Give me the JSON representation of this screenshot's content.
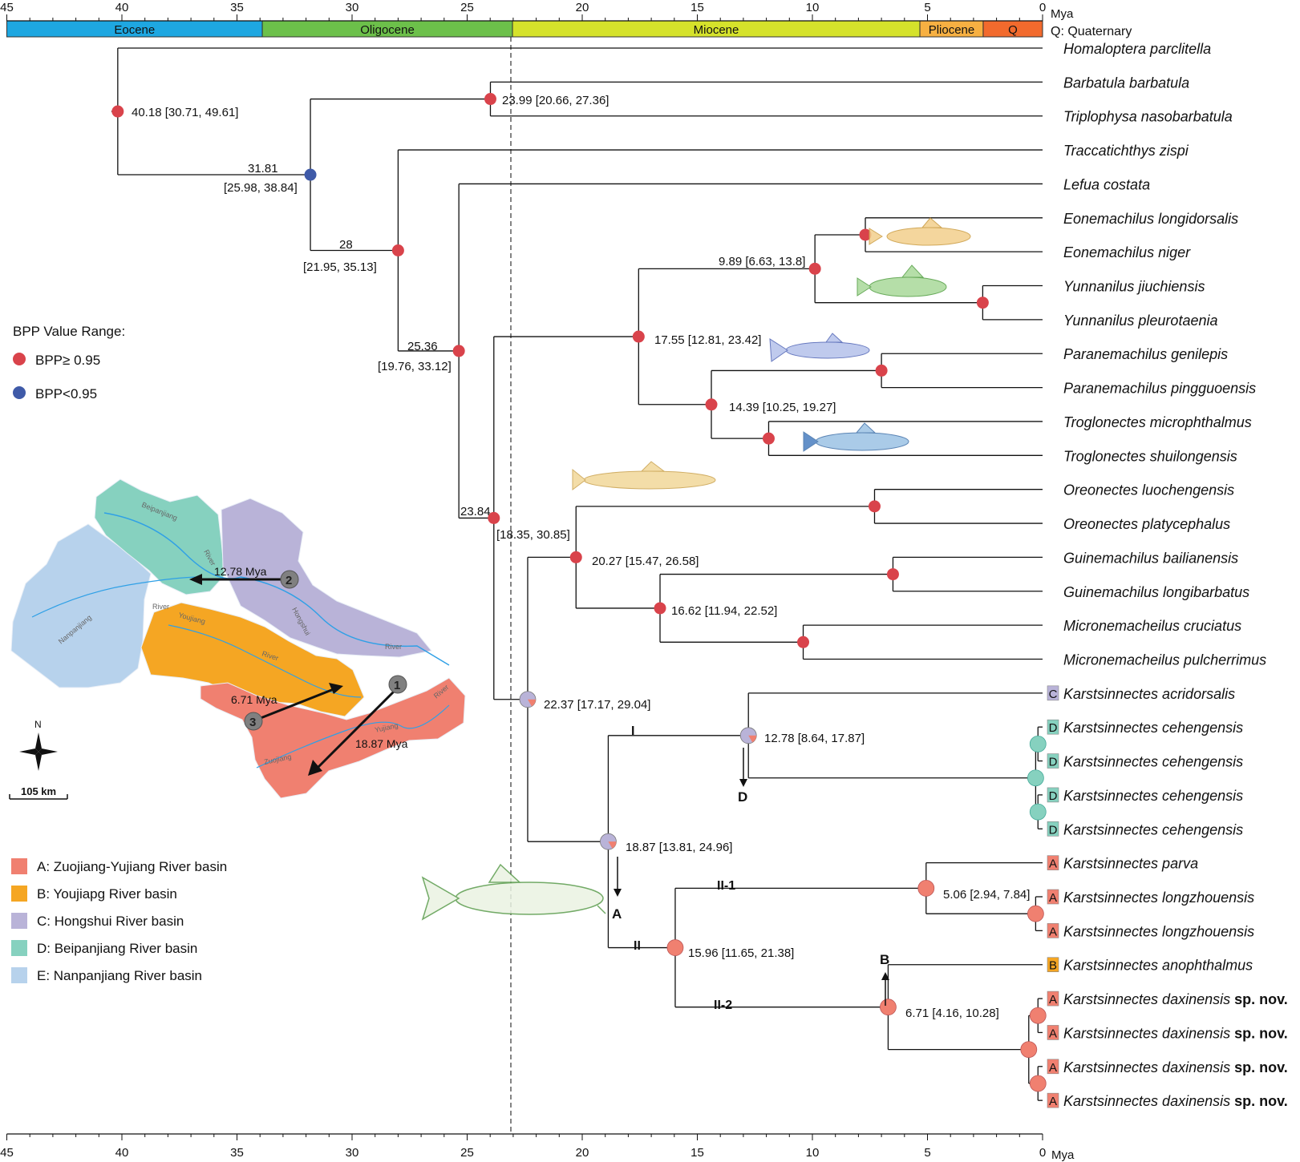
{
  "unit": "Mya",
  "quaternary_note": "Q: Quaternary",
  "axis_ticks": [
    "45",
    "40",
    "35",
    "30",
    "25",
    "20",
    "15",
    "10",
    "5",
    "0"
  ],
  "epochs": [
    {
      "label": "Eocene",
      "from": 45,
      "to": 33.9,
      "color": "#1ea7e1"
    },
    {
      "label": "Oligocene",
      "from": 33.9,
      "to": 23.03,
      "color": "#6cc04a"
    },
    {
      "label": "Miocene",
      "from": 23.03,
      "to": 5.33,
      "color": "#d5e22b"
    },
    {
      "label": "Pliocene",
      "from": 5.33,
      "to": 2.58,
      "color": "#f7b042"
    },
    {
      "label": "Q",
      "from": 2.58,
      "to": 0,
      "color": "#f26a2d"
    }
  ],
  "taxa": [
    {
      "name": "Homaloptera parclitella"
    },
    {
      "name": "Barbatula barbatula"
    },
    {
      "name": "Triplophysa nasobarbatula"
    },
    {
      "name": "Traccatichthys zispi"
    },
    {
      "name": "Lefua costata"
    },
    {
      "name": "Eonemachilus longidorsalis"
    },
    {
      "name": "Eonemachilus niger"
    },
    {
      "name": "Yunnanilus jiuchiensis"
    },
    {
      "name": "Yunnanilus pleurotaenia"
    },
    {
      "name": "Paranemachilus genilepis"
    },
    {
      "name": "Paranemachilus pingguoensis"
    },
    {
      "name": "Troglonectes microphthalmus"
    },
    {
      "name": "Troglonectes shuilongensis"
    },
    {
      "name": "Oreonectes luochengensis"
    },
    {
      "name": "Oreonectes platycephalus"
    },
    {
      "name": "Guinemachilus bailianensis"
    },
    {
      "name": "Guinemachilus longibarbatus"
    },
    {
      "name": "Micronemacheilus cruciatus"
    },
    {
      "name": "Micronemacheilus pulcherrimus"
    },
    {
      "name": "Karstsinnectes acridorsalis",
      "area": "C"
    },
    {
      "name": "Karstsinnectes cehengensis",
      "area": "D"
    },
    {
      "name": "Karstsinnectes cehengensis",
      "area": "D"
    },
    {
      "name": "Karstsinnectes cehengensis",
      "area": "D"
    },
    {
      "name": "Karstsinnectes cehengensis",
      "area": "D"
    },
    {
      "name": "Karstsinnectes parva",
      "area": "A"
    },
    {
      "name": "Karstsinnectes longzhouensis",
      "area": "A"
    },
    {
      "name": "Karstsinnectes longzhouensis",
      "area": "A"
    },
    {
      "name": "Karstsinnectes anophthalmus",
      "area": "B"
    },
    {
      "name": "Karstsinnectes daxinensis",
      "area": "A",
      "suffix": "sp. nov."
    },
    {
      "name": "Karstsinnectes daxinensis",
      "area": "A",
      "suffix": "sp. nov."
    },
    {
      "name": "Karstsinnectes daxinensis",
      "area": "A",
      "suffix": "sp. nov."
    },
    {
      "name": "Karstsinnectes daxinensis",
      "area": "A",
      "suffix": "sp. nov."
    }
  ],
  "node_labels": {
    "n1": "40.18 [30.71, 49.61]",
    "n2a": "31.81",
    "n2b": "[25.98, 38.84]",
    "n3": "23.99 [20.66, 27.36]",
    "n4a": "28",
    "n4b": "[21.95, 35.13]",
    "n5a": "25.36",
    "n5b": "[19.76, 33.12]",
    "n6a": "23.84",
    "n6b": "[18.35, 30.85]",
    "n7": "17.55 [12.81, 23.42]",
    "n8": "9.89 [6.63, 13.8]",
    "n9": "14.39 [10.25, 19.27]",
    "n10": "20.27 [15.47, 26.58]",
    "n11": "16.62 [11.94, 22.52]",
    "n12": "22.37 [17.17, 29.04]",
    "n13": "18.87 [13.81, 24.96]",
    "n14": "12.78 [8.64, 17.87]",
    "n15": "15.96 [11.65, 21.38]",
    "n16": "5.06 [2.94, 7.84]",
    "n17": "6.71 [4.16, 10.28]"
  },
  "clade_labels": {
    "I": "I",
    "II": "II",
    "II1": "II-1",
    "II2": "II-2"
  },
  "event_labels": {
    "A": "A",
    "B": "B",
    "D": "D"
  },
  "bpp_legend": {
    "title": "BPP Value Range:",
    "high": "BPP≥ 0.95",
    "low": "BPP<0.95",
    "high_color": "#d9434b",
    "low_color": "#3f5aa8"
  },
  "basin_legend": [
    {
      "key": "A",
      "label": "A: Zuojiang-Yujiang River basin",
      "color": "#f08070"
    },
    {
      "key": "B",
      "label": "B: Youjiapg River basin",
      "color": "#f5a623"
    },
    {
      "key": "C",
      "label": "C: Hongshui River basin",
      "color": "#b9b3d8"
    },
    {
      "key": "D",
      "label": "D: Beipanjiang River basin",
      "color": "#86d1bf"
    },
    {
      "key": "E",
      "label": "E: Nanpanjiang River basin",
      "color": "#b7d2ec"
    }
  ],
  "map": {
    "event2": "12.78 Mya",
    "event3": "6.71 Mya",
    "event1": "18.87 Mya",
    "circle1": "1",
    "circle2": "2",
    "circle3": "3",
    "compass": "N",
    "scale": "105 km",
    "rivers": {
      "beipanjiang": "Beipanjiang",
      "river1": "River",
      "river2": "River",
      "nanpanjiang": "Nanpanjiang",
      "youjiang": "Youjiang",
      "river3": "River",
      "hongshui": "Hongshui",
      "river4": "River",
      "river5": "River",
      "yujiang": "Yujiang",
      "zuojiang": "Zuojiang"
    }
  }
}
